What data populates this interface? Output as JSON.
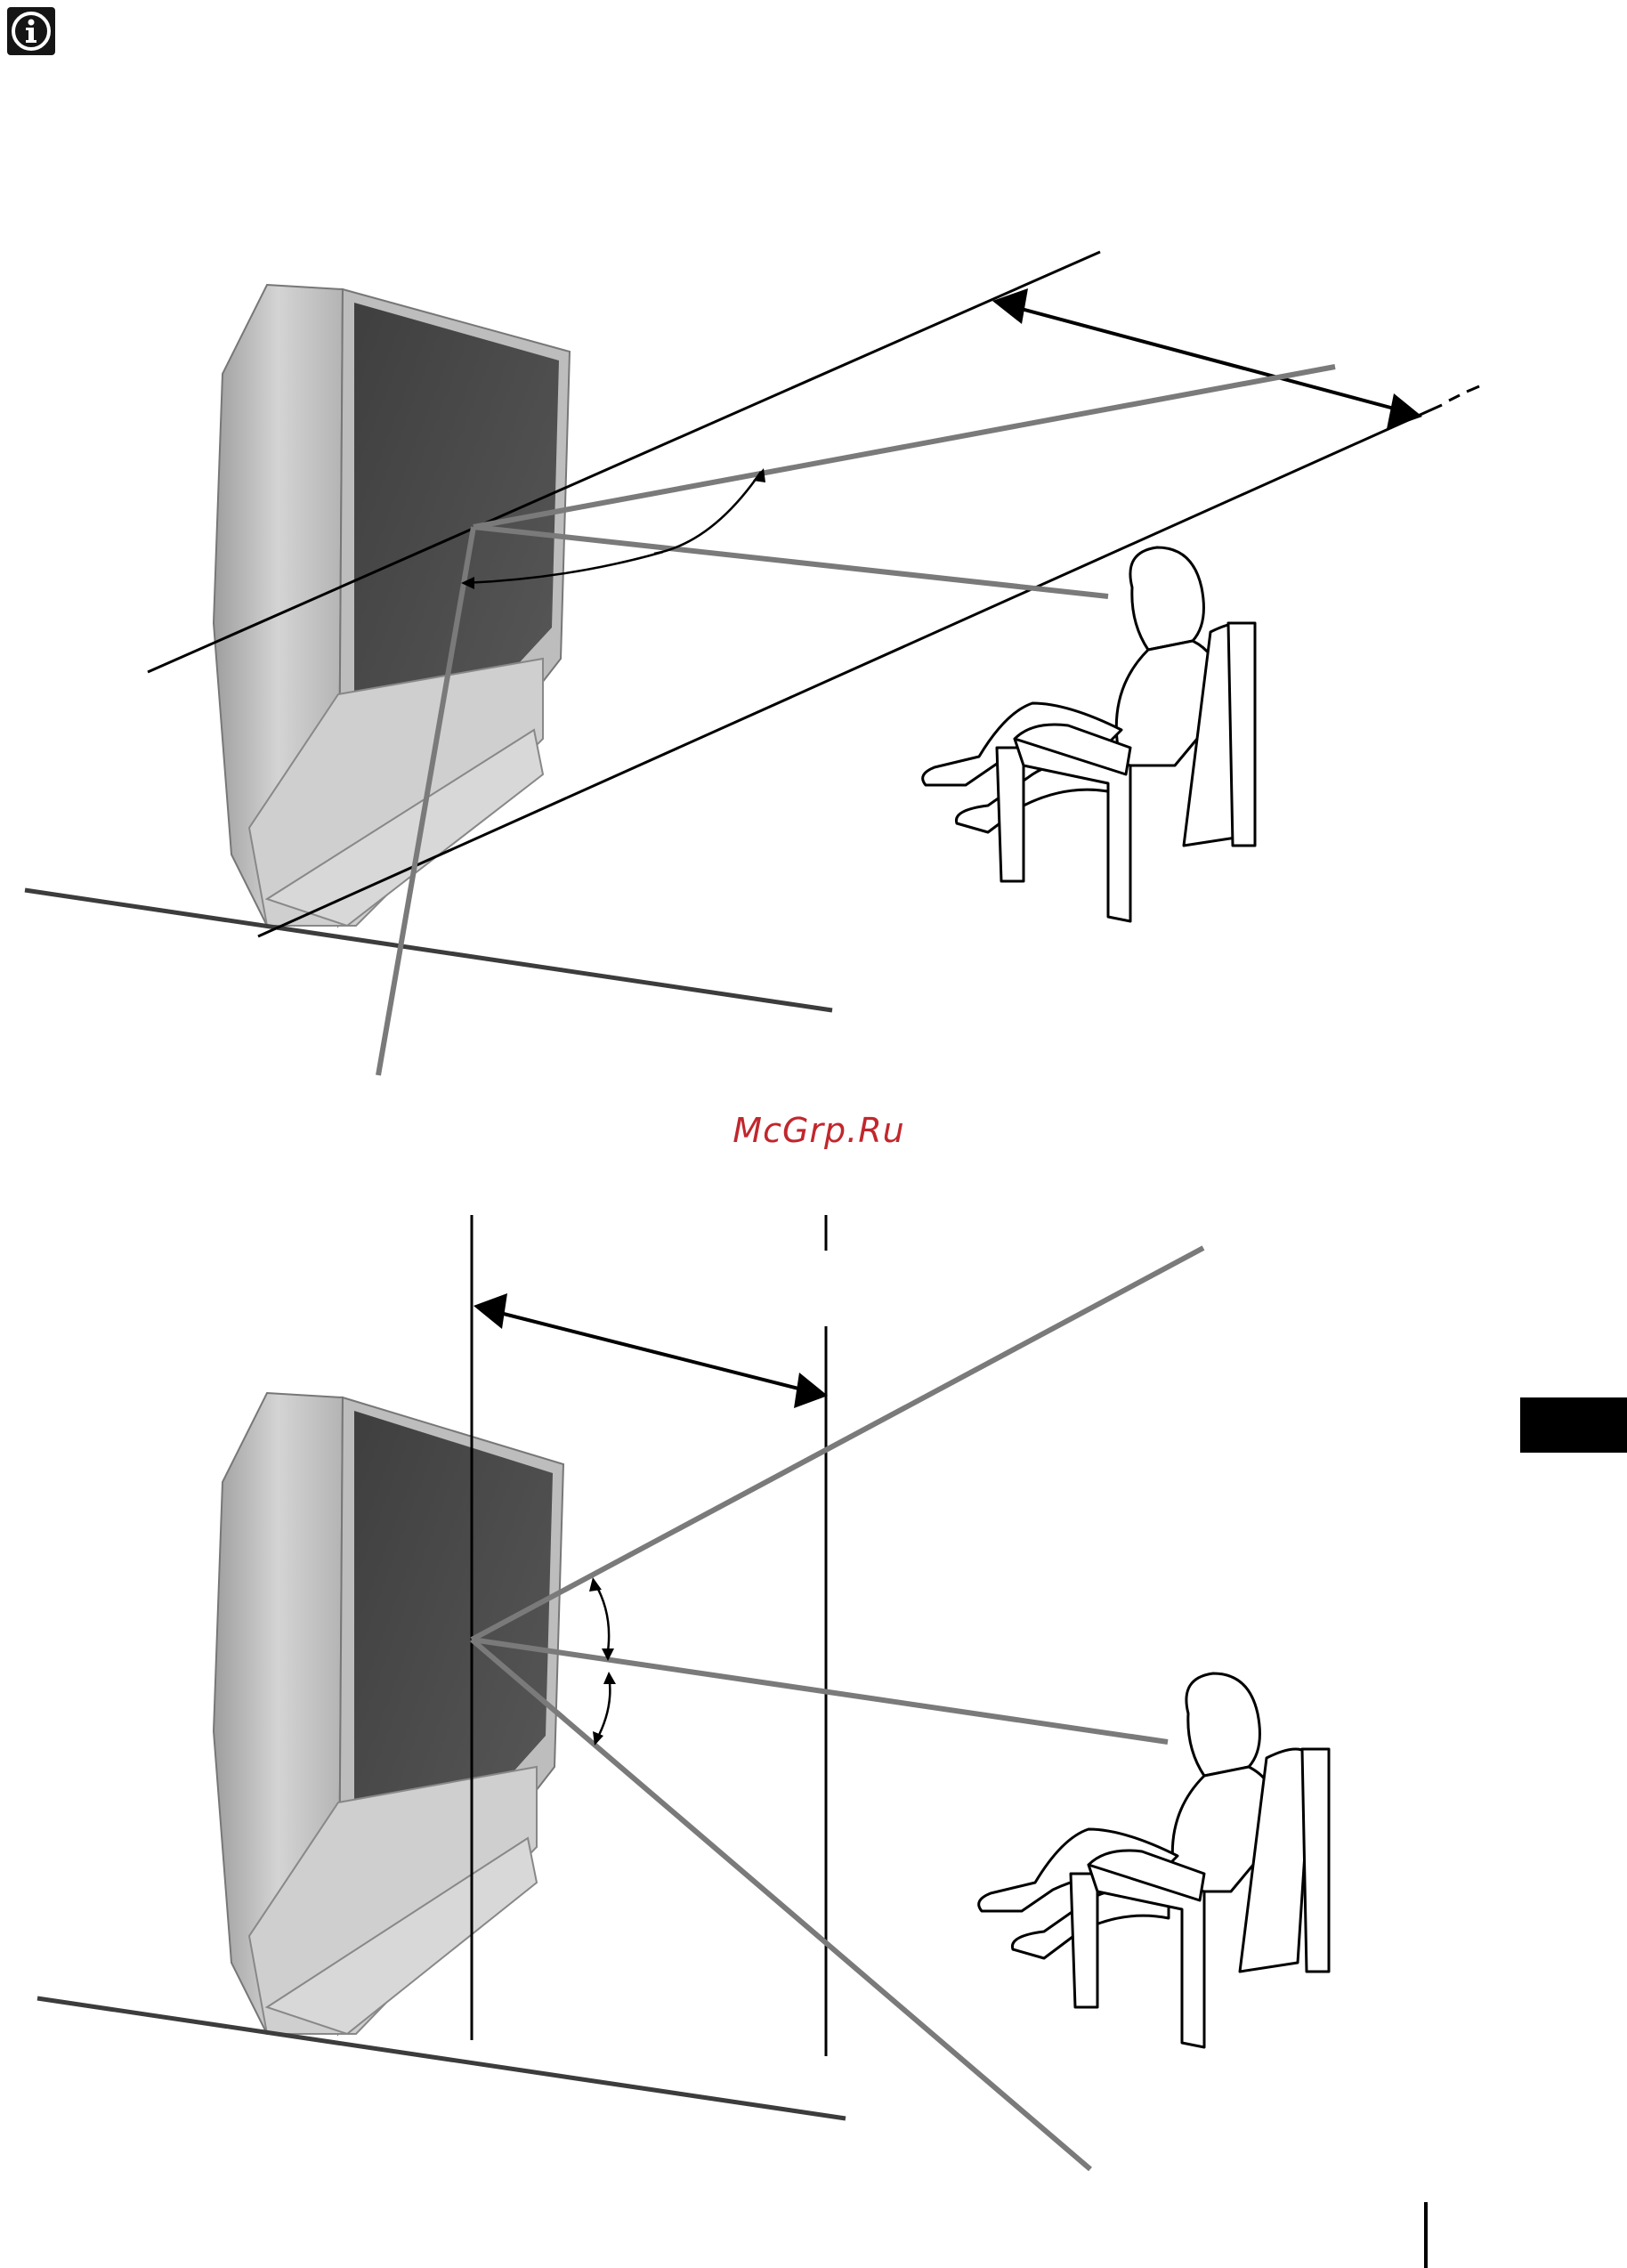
{
  "watermark": {
    "text": "McGrp.Ru",
    "color": "#c1272d"
  },
  "colors": {
    "line": "#000000",
    "sightline": "#7a7a7a",
    "floor": "#3c3c3c",
    "tv_body": "#c9c9c9",
    "tv_screen": "#4a4a4a"
  },
  "icons": {
    "info": "info-icon",
    "side_tab": "section-tab"
  },
  "figures": [
    {
      "id": "side-view",
      "subject": "tv-and-seated-viewer"
    },
    {
      "id": "top-view",
      "subject": "tv-and-seated-viewer"
    }
  ]
}
